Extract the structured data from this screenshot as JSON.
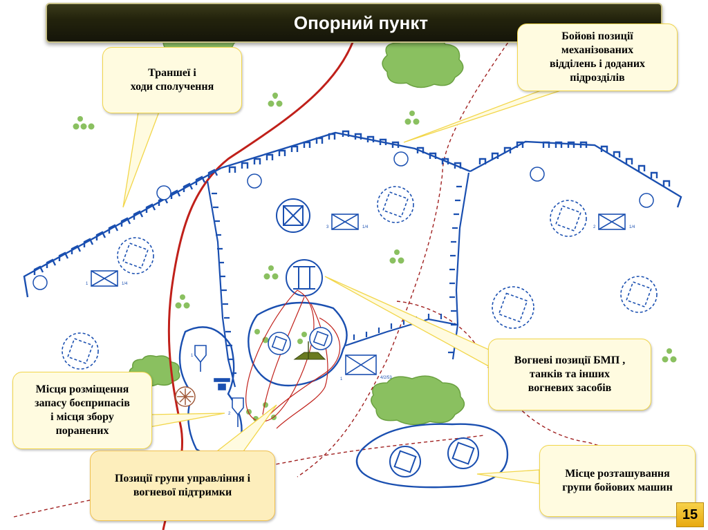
{
  "title": "Опорний пункт",
  "callouts": {
    "trenches": "Траншеї і\nходи сполучення",
    "mech_positions": "Бойові позиції\nмеханізованих\nвідділень і доданих\nпідрозділів",
    "fire_positions": "Вогневі позиції БМП ,\nтанків та інших\nвогневих засобів",
    "ammo": "Місця розміщення\nзапасу боєприпасів\nі місця збору\nпоранених",
    "command": "Позиції групи управління і\nвогневої підтримки",
    "vehicles": "Місце розташування\nгрупи бойових машин"
  },
  "unit_labels": {
    "left_num": "1",
    "left_frac": "1/4",
    "center_num": "3",
    "center_frac": "1/4",
    "right_num": "2",
    "right_frac": "1/4",
    "bmp_num": "1",
    "bmp_frac": "4/2/53",
    "post1_num": "1",
    "post2_num": "2"
  },
  "page_number": "15",
  "colors": {
    "trench_blue": "#1a4fb0",
    "road_red": "#c0201a",
    "dashed_red": "#a02020",
    "tree_green": "#8ac060",
    "callout_fill": "#fffbe0",
    "callout_border": "#f2d64a"
  }
}
